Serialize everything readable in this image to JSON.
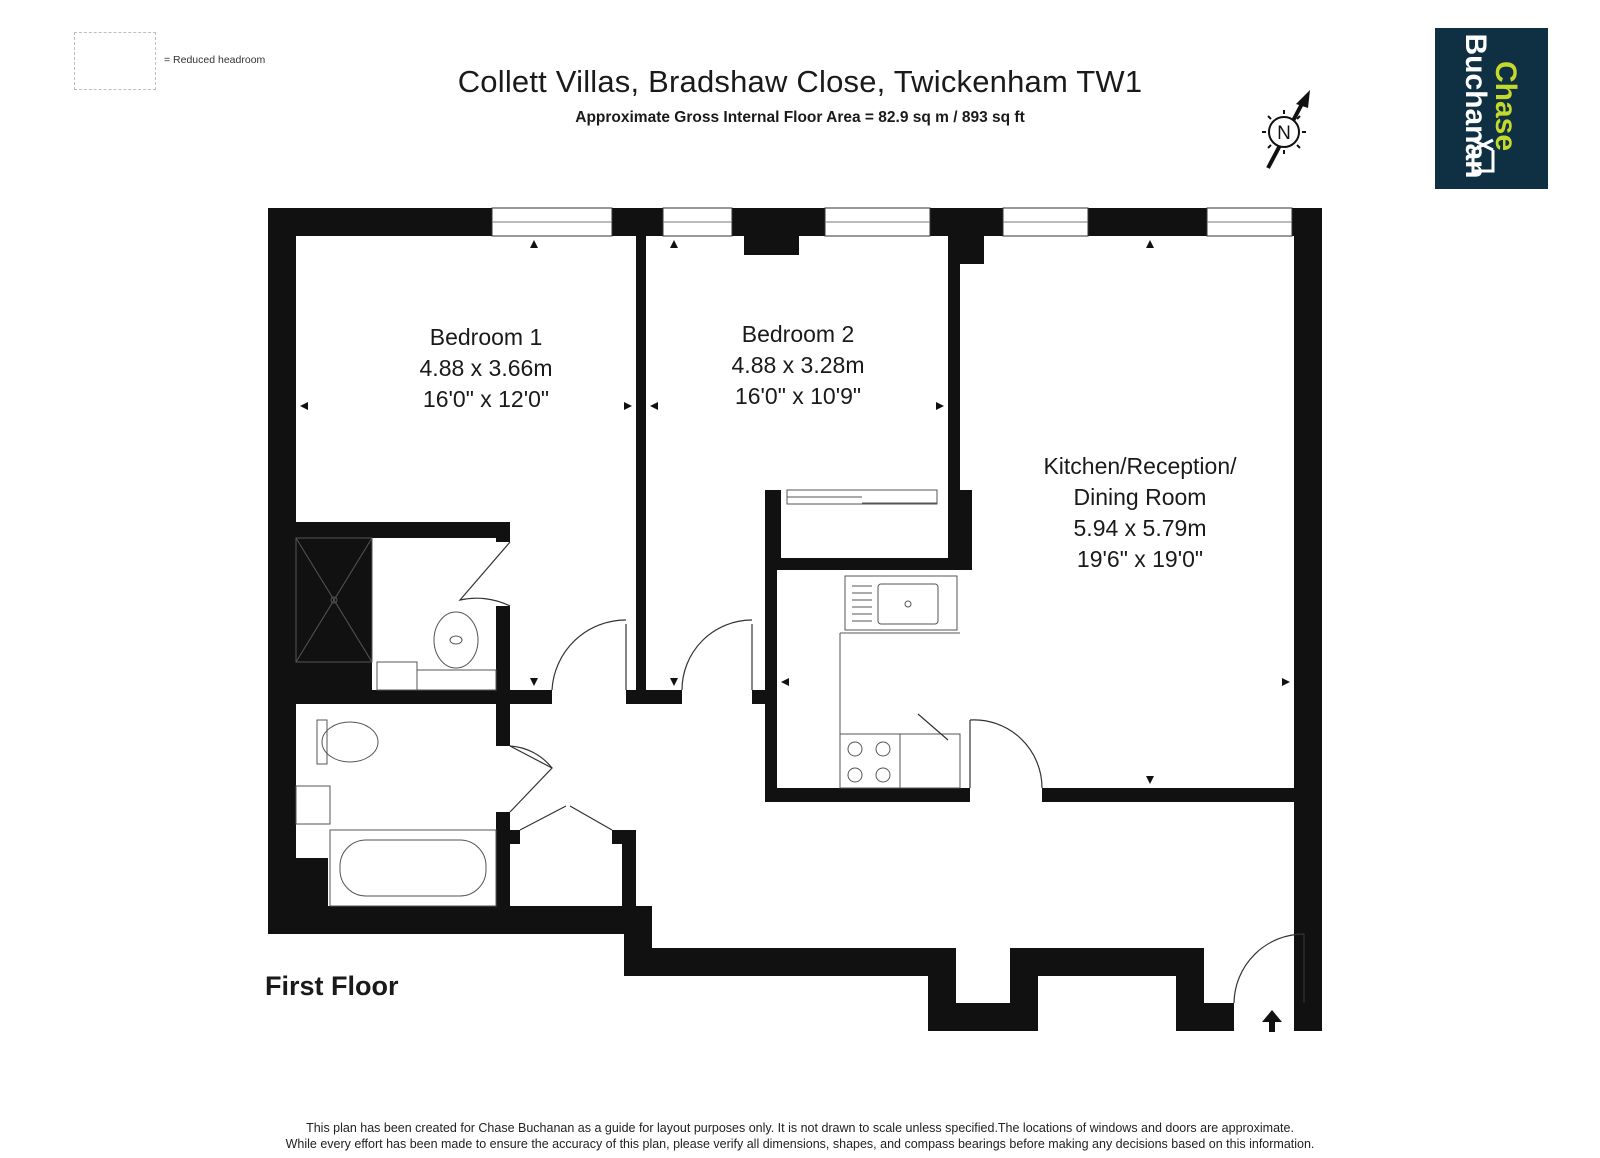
{
  "legend": {
    "text": "= Reduced headroom"
  },
  "header": {
    "title": "Collett Villas, Bradshaw Close, Twickenham TW1",
    "subtitle": "Approximate Gross Internal Floor Area = 82.9 sq m / 893 sq ft"
  },
  "compass": {
    "letter": "N",
    "icon": "north-compass-icon"
  },
  "logo": {
    "line1": "Chase",
    "line2": "Buchanan",
    "icon": "house-outline-icon",
    "bg_color": "#0f3042",
    "accent_color": "#c4d82e",
    "text_color": "#ffffff"
  },
  "rooms": {
    "bedroom1": {
      "name": "Bedroom 1",
      "metric": "4.88 x 3.66m",
      "imperial": "16'0\" x 12'0\""
    },
    "bedroom2": {
      "name": "Bedroom 2",
      "metric": "4.88 x 3.28m",
      "imperial": "16'0\" x 10'9\""
    },
    "kitchen": {
      "name_line1": "Kitchen/Reception/",
      "name_line2": "Dining Room",
      "metric": "5.94 x 5.79m",
      "imperial": "19'6\" x 19'0\""
    }
  },
  "floor": {
    "label": "First Floor"
  },
  "footer": {
    "line1": "This plan has been created for Chase Buchanan as a guide for layout purposes only. It is not drawn to scale unless specified.The locations of windows and doors are approximate.",
    "line2": "While every effort has been made to ensure the accuracy of this plan, please verify all dimensions, shapes, and compass bearings before making any decisions based on this information."
  }
}
